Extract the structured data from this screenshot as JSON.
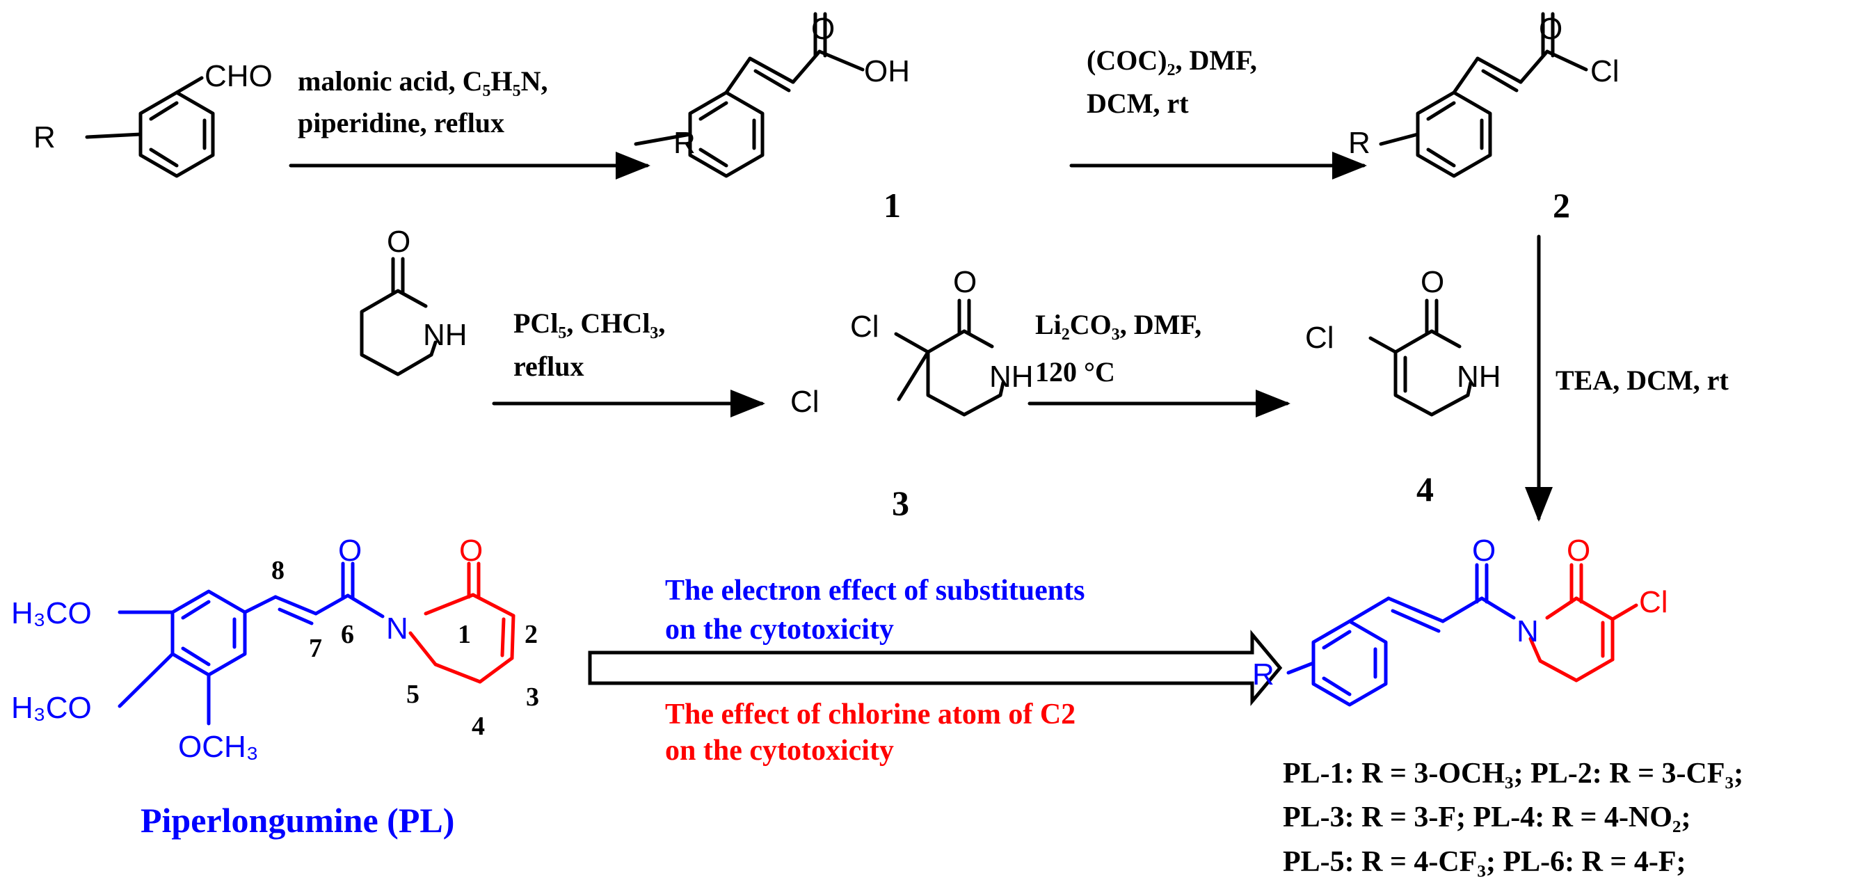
{
  "colors": {
    "black": "#000000",
    "blue": "#0000ff",
    "red": "#ff0000"
  },
  "atoms": {
    "R": "R",
    "CHO": "CHO",
    "O": "O",
    "OH": "OH",
    "Cl": "Cl",
    "NH": "NH",
    "N": "N",
    "H3CO": "H₃CO",
    "OCH3": "OCH₃"
  },
  "compounds": {
    "c1": "1",
    "c2": "2",
    "c3": "3",
    "c4": "4"
  },
  "reagents": {
    "step1_line1": "malonic acid, C₅H₅N,",
    "step1_line2": "piperidine, reflux",
    "step2_line1": "(COC)₂, DMF,",
    "step2_line2": "DCM, rt",
    "step3_line1": "PCl₅, CHCl₃,",
    "step3_line2": "reflux",
    "step4_line1": "Li₂CO₃, DMF,",
    "step4_line2": "120 °C",
    "step5": "TEA, DCM, rt"
  },
  "pl_locants": [
    "1",
    "2",
    "3",
    "4",
    "5",
    "6",
    "7",
    "8"
  ],
  "pl_name": "Piperlongumine (PL)",
  "effects": {
    "electron_line1": "The electron effect of substituents",
    "electron_line2": "on the cytotoxicity",
    "chlorine_line1": "The effect of chlorine atom of C2",
    "chlorine_line2": "on the cytotoxicity"
  },
  "products": [
    "PL-1: R = 3-OCH₃; PL-2: R = 3-CF₃;",
    "PL-3: R = 3-F; PL-4: R = 4-NO₂;",
    "PL-5: R = 4-CF₃; PL-6: R = 4-F;"
  ]
}
